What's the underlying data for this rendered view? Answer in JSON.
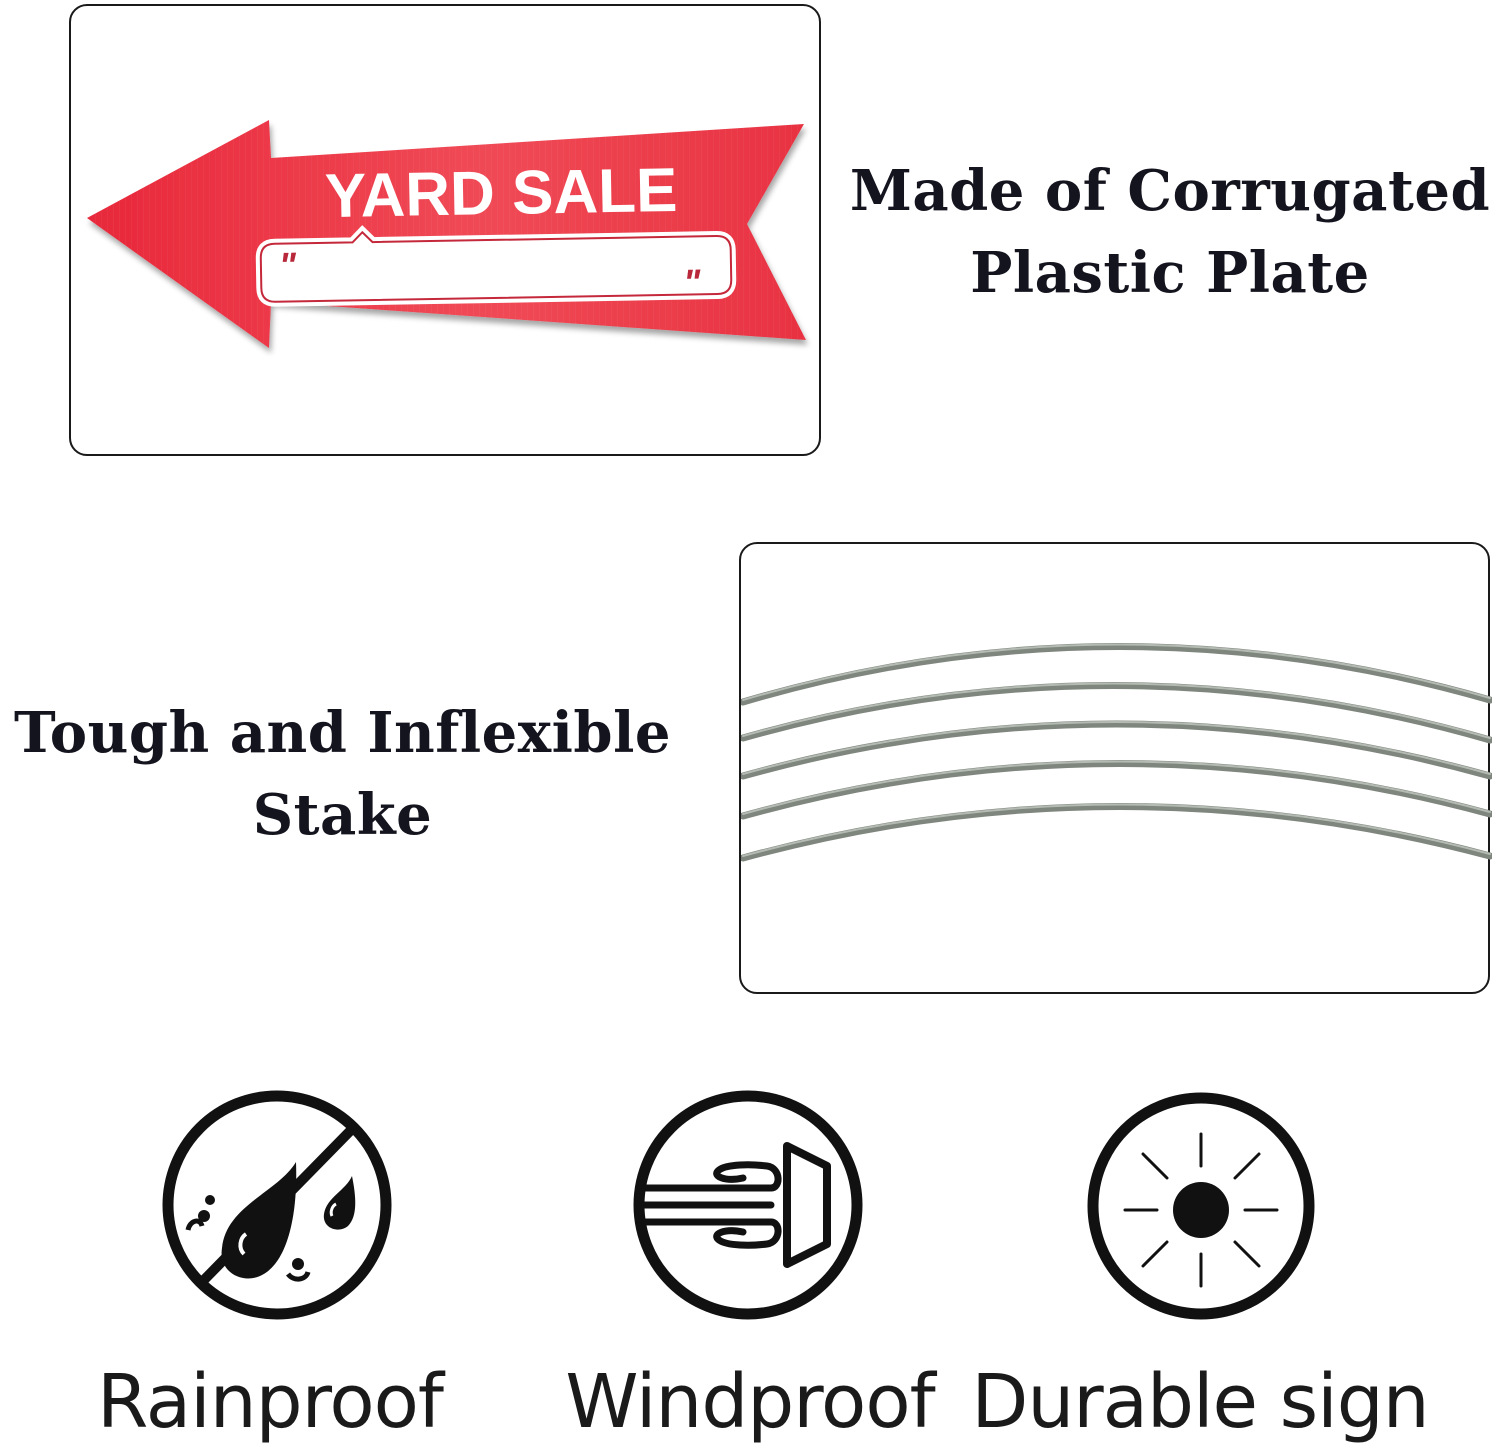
{
  "sign": {
    "title": "YARD SALE",
    "quote_open": "\"",
    "quote_close": "\"",
    "color": "#e8303f"
  },
  "features": {
    "plate_heading": [
      "Made of Corrugated",
      "Plastic Plate"
    ],
    "stake_heading": [
      "Tough and Inflexible",
      "Stake"
    ],
    "stake_color": "#8a9088"
  },
  "icons": [
    {
      "name": "rainproof-icon",
      "label": "Rainproof"
    },
    {
      "name": "windproof-icon",
      "label": "Windproof"
    },
    {
      "name": "sun-icon",
      "label": "Durable sign"
    }
  ]
}
